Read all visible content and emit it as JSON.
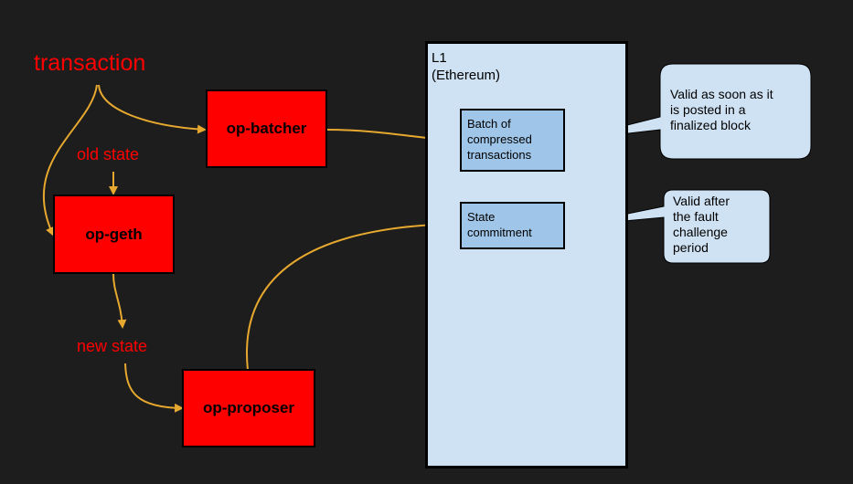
{
  "labels": {
    "transaction": "transaction",
    "old_state": "old state",
    "new_state": "new state"
  },
  "components": {
    "batcher": "op-batcher",
    "geth": "op-geth",
    "proposer": "op-proposer"
  },
  "l1": {
    "title": "L1\n(Ethereum)",
    "batch": "Batch of\ncompressed\ntransactions",
    "state_commitment": "State\ncommitment"
  },
  "callouts": {
    "batch_note": "Valid as soon as it\nis posted in a\nfinalized block",
    "state_note": "Valid after\nthe fault\nchallenge\nperiod"
  },
  "colors": {
    "background": "#1d1d1d",
    "component_fill": "#ff0000",
    "label_text": "#ff0000",
    "arrow": "#e6a82e",
    "l1_fill": "#cfe2f3",
    "l1_item_fill": "#9fc5e8",
    "callout_fill": "#cfe2f3"
  }
}
